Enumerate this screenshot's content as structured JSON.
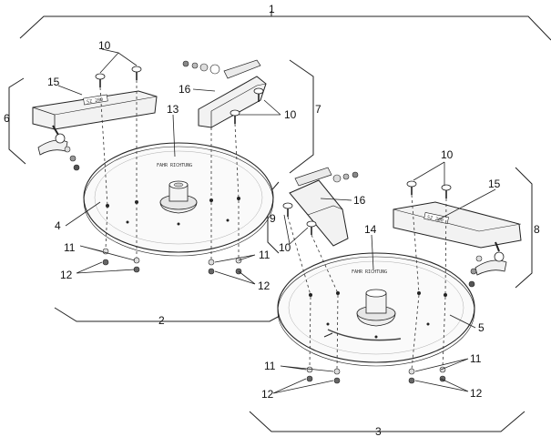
{
  "labels": {
    "n1": "1",
    "n2": "2",
    "n3": "3",
    "n4": "4",
    "n5": "5",
    "n6": "6",
    "n7": "7",
    "n8": "8",
    "n9": "9",
    "n10a": "10",
    "n10b": "10",
    "n10c": "10",
    "n10d": "10",
    "n11a": "11",
    "n11b": "11",
    "n11c": "11",
    "n11d": "11",
    "n12a": "12",
    "n12b": "12",
    "n12c": "12",
    "n12d": "12",
    "n13": "13",
    "n14": "14",
    "n15a": "15",
    "n15b": "15",
    "n16a": "16",
    "n16b": "16"
  }
}
